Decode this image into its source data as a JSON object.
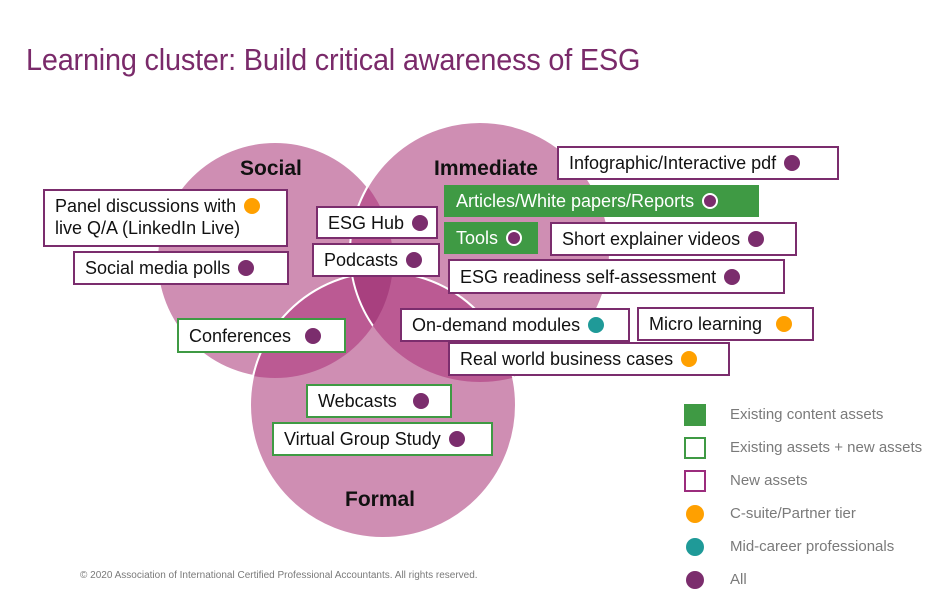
{
  "title": "Learning cluster: Build critical awareness of ESG",
  "colors": {
    "circle": "#cf8eb3",
    "overlap": "#bb5a93",
    "center": "#a8407f",
    "title": "#7a2a6a",
    "new_border": "#7b2d6d",
    "existing_green": "#3f9a44",
    "dot_orange": "#ffa000",
    "dot_teal": "#1f9a98",
    "dot_purple": "#7b2d6d"
  },
  "circles": {
    "social": "Social",
    "immediate": "Immediate",
    "formal": "Formal"
  },
  "tags": [
    {
      "id": "panel",
      "lines": [
        "Panel discussions with",
        "live Q/A (LinkedIn Live)"
      ],
      "type": "new",
      "audience": "C-suite/Partner tier"
    },
    {
      "id": "polls",
      "label": "Social media polls",
      "type": "new",
      "audience": "All"
    },
    {
      "id": "esghub",
      "label": "ESG Hub",
      "type": "new",
      "audience": "All"
    },
    {
      "id": "podcasts",
      "label": "Podcasts",
      "type": "new",
      "audience": "All"
    },
    {
      "id": "infographic",
      "label": "Infographic/Interactive pdf",
      "type": "new",
      "audience": "All"
    },
    {
      "id": "articles",
      "label": "Articles/White papers/Reports",
      "type": "existing",
      "audience": "All"
    },
    {
      "id": "tools",
      "label": "Tools",
      "type": "existing",
      "audience": "All"
    },
    {
      "id": "explainer",
      "label": "Short explainer videos",
      "type": "new",
      "audience": "All"
    },
    {
      "id": "readiness",
      "label": "ESG readiness self-assessment",
      "type": "new",
      "audience": "All"
    },
    {
      "id": "conferences",
      "label": "Conferences",
      "type": "existing-plus-new",
      "audience": "All"
    },
    {
      "id": "ondemand",
      "label": "On-demand modules",
      "type": "new",
      "audience": "Mid-career professionals"
    },
    {
      "id": "micro",
      "label": "Micro learning",
      "type": "new",
      "audience": "C-suite/Partner tier"
    },
    {
      "id": "realworld",
      "label": "Real world business cases",
      "type": "new",
      "audience": "C-suite/Partner tier"
    },
    {
      "id": "webcasts",
      "label": "Webcasts",
      "type": "existing-plus-new",
      "audience": "All"
    },
    {
      "id": "vgs",
      "label": "Virtual Group Study",
      "type": "existing-plus-new",
      "audience": "All"
    }
  ],
  "legend": [
    {
      "label": "Existing content assets",
      "icon": "filled-green-square"
    },
    {
      "label": "Existing assets + new assets",
      "icon": "outlined-green-square"
    },
    {
      "label": "New assets",
      "icon": "outlined-purple-square"
    },
    {
      "label": "C-suite/Partner tier",
      "icon": "orange-dot"
    },
    {
      "label": "Mid-career professionals",
      "icon": "teal-dot"
    },
    {
      "label": "All",
      "icon": "purple-dot"
    }
  ],
  "footer": "© 2020 Association of International Certified Professional Accountants. All rights reserved."
}
